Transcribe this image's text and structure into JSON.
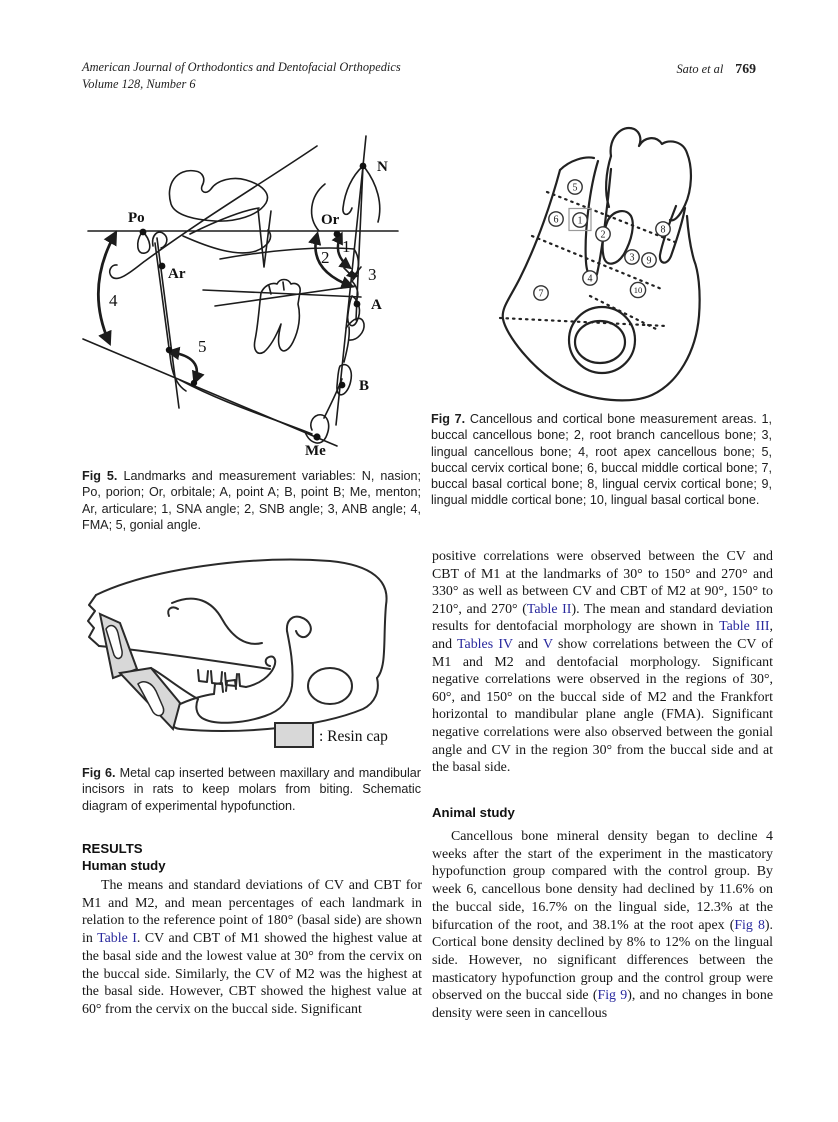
{
  "header": {
    "journal_line1": "American Journal of Orthodontics and Dentofacial Orthopedics",
    "journal_line2": "Volume 128, Number 6",
    "authors": "Sato et al",
    "page_number": "769"
  },
  "figures": {
    "fig5": {
      "landmarks": {
        "N": "N",
        "Po": "Po",
        "Or": "Or",
        "Ar": "Ar",
        "A": "A",
        "B": "B",
        "Me": "Me",
        "n1": "1",
        "n2": "2",
        "n3": "3",
        "n4": "4",
        "n5": "5"
      },
      "caption_label": "Fig 5.",
      "caption_text": " Landmarks and measurement variables: N, nasion; Po, porion; Or, orbitale; A, point A; B, point B; Me, menton; Ar, articulare; 1, SNA angle; 2, SNB angle; 3, ANB angle; 4, FMA; 5, gonial angle."
    },
    "fig6": {
      "legend_label": ": Resin cap",
      "caption_label": "Fig 6.",
      "caption_text": " Metal cap inserted between maxillary and mandibular incisors in rats to keep molars from biting. Schematic diagram of experimental hypofunction."
    },
    "fig7": {
      "region_numbers": [
        "1",
        "2",
        "3",
        "4",
        "5",
        "6",
        "7",
        "8",
        "9",
        "10"
      ],
      "caption_label": "Fig 7.",
      "caption_text": " Cancellous and cortical bone measurement areas. 1, buccal cancellous bone; 2, root branch cancellous bone; 3, lingual cancellous bone; 4, root apex cancellous bone; 5, buccal cervix cortical bone; 6, buccal middle cortical bone; 7, buccal basal cortical bone; 8, lingual cervix cortical bone; 9, lingual middle cortical bone; 10, lingual basal cortical bone."
    }
  },
  "results": {
    "heading": "RESULTS",
    "human_heading": "Human study",
    "human_para": {
      "t1": "The means and standard deviations of CV and CBT for M1 and M2, and mean percentages of each landmark in relation to the reference point of 180° (basal side) are shown in ",
      "link_table1": "Table I",
      "t2": ". CV and CBT of M1 showed the highest value at the basal side and the lowest value at 30° from the cervix on the buccal side. Similarly, the CV of M2 was the highest at the basal side. However, CBT showed the highest value at 60° from the cervix on the buccal side. Significant"
    },
    "cont_para": {
      "t1": "positive correlations were observed between the CV and CBT of M1 at the landmarks of 30° to 150° and 270° and 330° as well as between CV and CBT of M2 at 90°, 150° to 210°, and 270° (",
      "link_table2": "Table II",
      "t2": "). The mean and standard deviation results for dentofacial morphology are shown in ",
      "link_table3": "Table III",
      "t3": ", and ",
      "link_table4": "Tables IV",
      "t4": " and ",
      "link_table5": "V",
      "t5": " show correlations between the CV of M1 and M2 and dentofacial morphology. Significant negative correlations were observed in the regions of 30°, 60°, and 150° on the buccal side of M2 and the Frankfort horizontal to mandibular plane angle (FMA). Significant negative correlations were also observed between the gonial angle and CV in the region 30° from the buccal side and at the basal side."
    },
    "animal_heading": "Animal study",
    "animal_para": {
      "t1": "Cancellous bone mineral density began to decline 4 weeks after the start of the experiment in the masticatory hypofunction group compared with the control group. By week 6, cancellous bone density had declined by 11.6% on the buccal side, 16.7% on the lingual side, 12.3% at the bifurcation of the root, and 38.1% at the root apex (",
      "link_fig8": "Fig 8",
      "t2": "). Cortical bone density declined by 8% to 12% on the lingual side. However, no significant differences between the masticatory hypofunction group and the control group were observed on the buccal side (",
      "link_fig9": "Fig 9",
      "t3": "), and no changes in bone density were seen in cancellous"
    }
  },
  "colors": {
    "link": "#28289d",
    "resin_cap_fill": "#d8d8d8",
    "line_art": "#1c1c1c"
  }
}
